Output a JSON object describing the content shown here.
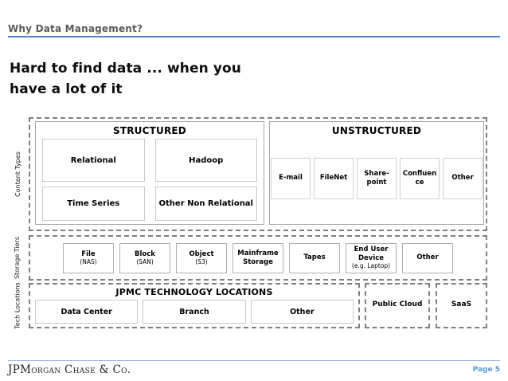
{
  "header": {
    "title": "Why Data Management?"
  },
  "headline": {
    "text": "Hard to find data ... when you\nhave a lot of it"
  },
  "colors": {
    "accent_blue": "#4f81bd",
    "page_number_blue": "#5b9bd5",
    "dash_gray": "#7f7f7f"
  },
  "diagram": {
    "row_labels": [
      "Content Types",
      "Storage Tiers",
      "Tech Locations"
    ],
    "content_types": {
      "structured": {
        "title": "STRUCTURED",
        "items": [
          "Relational",
          "Hadoop",
          "Time Series",
          "Other Non Relational"
        ]
      },
      "unstructured": {
        "title": "UNSTRUCTURED",
        "items": [
          "E-mail",
          "FileNet",
          "Share-\npoint",
          "Confluen\nce",
          "Other"
        ]
      }
    },
    "storage_tiers": {
      "items": [
        {
          "title": "File",
          "subtitle": "(NAS)"
        },
        {
          "title": "Block",
          "subtitle": "(SAN)"
        },
        {
          "title": "Object",
          "subtitle": "(S3)"
        },
        {
          "title": "Mainframe Storage",
          "subtitle": ""
        },
        {
          "title": "Tapes",
          "subtitle": ""
        },
        {
          "title": "End User Device",
          "subtitle": "(e.g. Laptop)"
        },
        {
          "title": "Other",
          "subtitle": ""
        }
      ]
    },
    "tech_locations": {
      "jpmc": {
        "title": "JPMC TECHNOLOGY LOCATIONS",
        "items": [
          "Data Center",
          "Branch",
          "Other"
        ]
      },
      "public_cloud": "Public Cloud",
      "saas": "SaaS"
    }
  },
  "footer": {
    "logo": "JPMorgan Chase & Co.",
    "page": "Page 5"
  }
}
